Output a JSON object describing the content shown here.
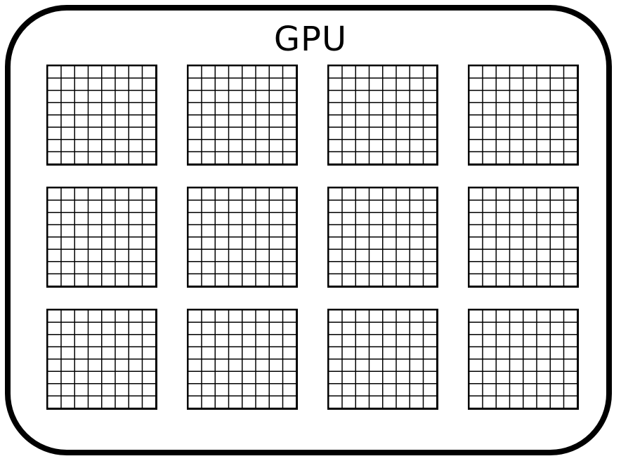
{
  "title": "GPU",
  "cores": {
    "rows": 3,
    "columns": 4,
    "cell_rows_per_core": 8,
    "cell_columns_per_core": 8
  },
  "colors": {
    "stroke": "#000000",
    "background": "#ffffff"
  }
}
